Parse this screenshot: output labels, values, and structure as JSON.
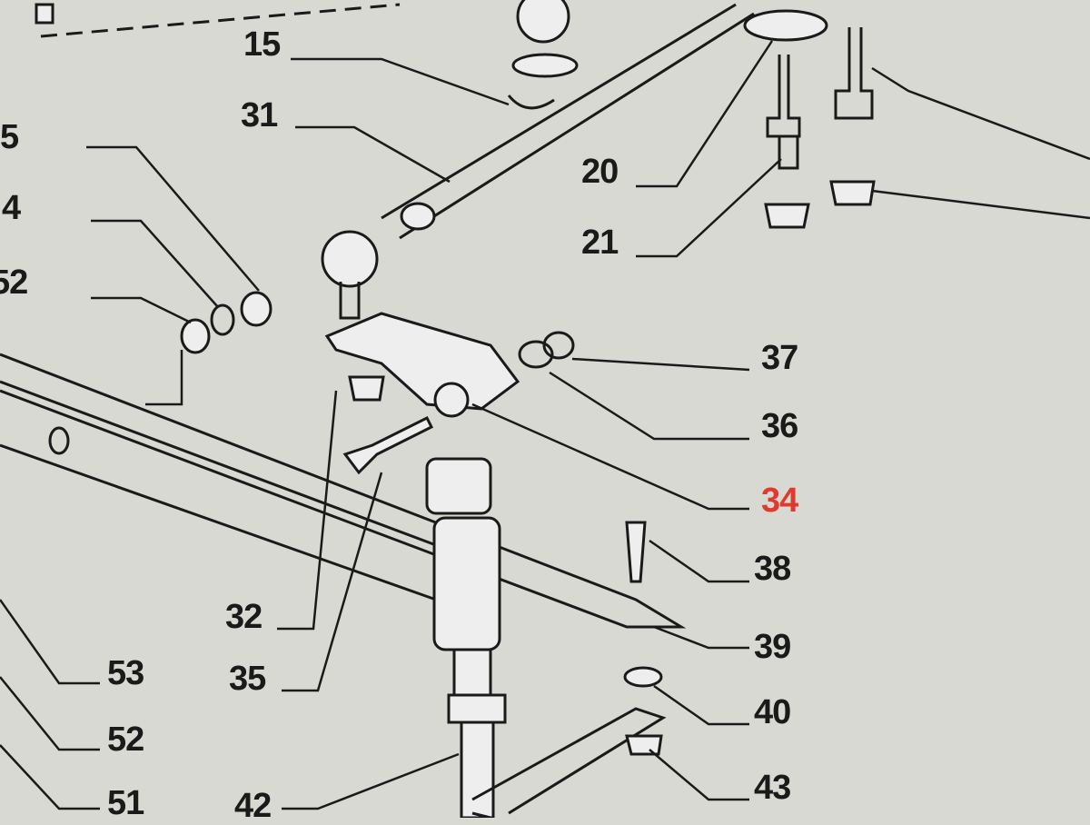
{
  "diagram": {
    "highlight_color": "#e03a2e",
    "labels": {
      "l15": "15",
      "l31": "31",
      "l5": "5",
      "l4": "4",
      "l52a": "52",
      "l20": "20",
      "l21": "21",
      "l37": "37",
      "l36": "36",
      "l34": "34",
      "l38": "38",
      "l39": "39",
      "l40": "40",
      "l43": "43",
      "l32": "32",
      "l35": "35",
      "l53": "53",
      "l52b": "52",
      "l51": "51",
      "l42": "42"
    },
    "highlighted_part": "34"
  }
}
